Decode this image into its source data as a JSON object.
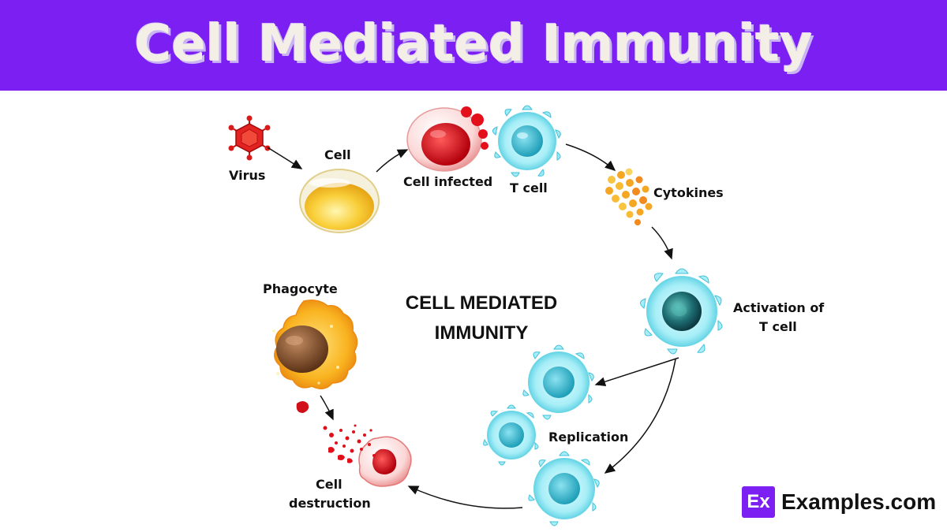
{
  "header": {
    "title": "Cell Mediated Immunity",
    "color": "#7b1ff2"
  },
  "diagram": {
    "center_title_line1": "CELL MEDIATED",
    "center_title_line2": "IMMUNITY",
    "labels": {
      "virus": "Virus",
      "cell": "Cell",
      "cell_infected": "Cell infected",
      "t_cell": "T cell",
      "cytokines": "Cytokines",
      "activation_line1": "Activation of",
      "activation_line2": "T cell",
      "replication": "Replication",
      "phagocyte": "Phagocyte",
      "destruction_line1": "Cell",
      "destruction_line2": "destruction"
    },
    "colors": {
      "t_cell": "#9fe9f5",
      "cell": "#f7c531",
      "infected": "#e0101b",
      "phagocyte": "#f7a11a",
      "cytokines": "#f5a623"
    }
  },
  "brand": {
    "logo_mark": "Ex",
    "name": "Examples.com"
  }
}
